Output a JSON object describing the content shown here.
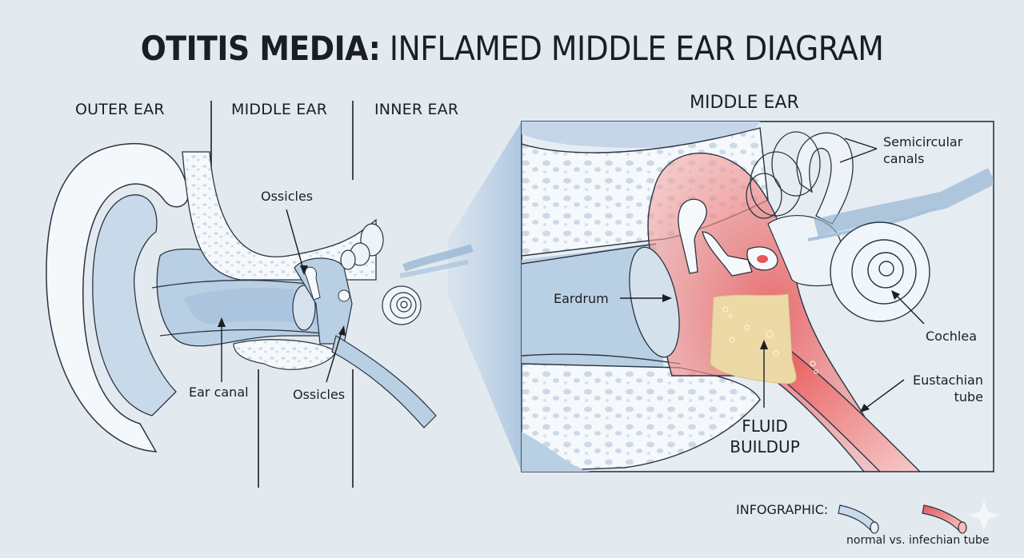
{
  "title": {
    "bold": "OTITIS MEDIA:",
    "regular": "INFLAMED MIDDLE EAR DIAGRAM"
  },
  "overview": {
    "sections": [
      {
        "label": "OUTER EAR"
      },
      {
        "label": "MIDDLE EAR"
      },
      {
        "label": "INNER EAR"
      }
    ],
    "labels": {
      "ossicles_top": "Ossicles",
      "ear_canal": "Ear canal",
      "ossicles_bottom": "Ossicles"
    }
  },
  "detail": {
    "heading": "MIDDLE EAR",
    "labels": {
      "semicircular": "Semicircular",
      "canals": "canals",
      "eardrum": "Eardrum",
      "cochlea": "Cochlea",
      "eustachian": "Eustachian",
      "tube": "tube",
      "fluid_line1": "FLUID",
      "fluid_line2": "BUILDUP"
    }
  },
  "legend": {
    "prefix": "INFOGRAPHIC:",
    "caption": "normal vs. infechian tube"
  },
  "colors": {
    "background": "#e3eaef",
    "tissue_blue": "#b9cfe3",
    "bone_white": "#f5f8fb",
    "inflamed_red": "#e8585a",
    "fluid_yellow": "#ecd9a6",
    "outline": "#2a3442"
  }
}
